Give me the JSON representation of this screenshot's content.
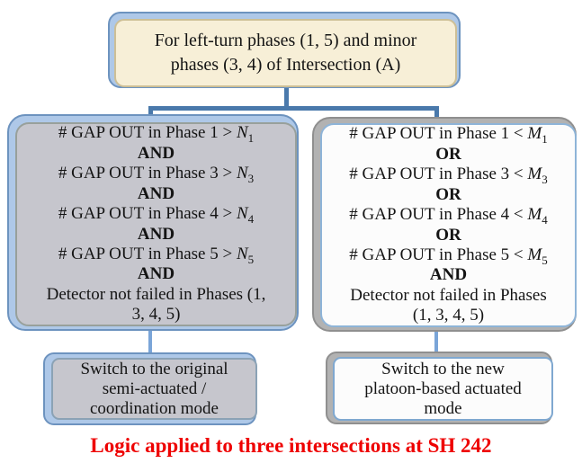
{
  "top_box": {
    "lines": [
      "For left-turn phases (1, 5) and minor",
      "phases (3, 4) of Intersection (A)"
    ]
  },
  "left_box": {
    "rows": [
      {
        "prefix": "# GAP OUT in Phase 1 > ",
        "var": "N",
        "sub": "1"
      },
      {
        "text": "AND"
      },
      {
        "prefix": "# GAP OUT in Phase 3 > ",
        "var": "N",
        "sub": "3"
      },
      {
        "text": "AND"
      },
      {
        "prefix": "# GAP OUT in Phase 4 > ",
        "var": "N",
        "sub": "4"
      },
      {
        "text": "AND"
      },
      {
        "prefix": "# GAP OUT in Phase 5 > ",
        "var": "N",
        "sub": "5"
      },
      {
        "text": "AND"
      },
      {
        "text": "Detector not failed in Phases (1,"
      },
      {
        "text": "3, 4, 5)"
      }
    ]
  },
  "right_box": {
    "rows": [
      {
        "prefix": "# GAP OUT in Phase 1 < ",
        "var": "M",
        "sub": "1"
      },
      {
        "text": "OR"
      },
      {
        "prefix": "# GAP OUT in Phase 3 < ",
        "var": "M",
        "sub": "3"
      },
      {
        "text": "OR"
      },
      {
        "prefix": "# GAP OUT in Phase 4 < ",
        "var": "M",
        "sub": "4"
      },
      {
        "text": "OR"
      },
      {
        "prefix": "# GAP OUT in Phase 5 < ",
        "var": "M",
        "sub": "5"
      },
      {
        "text": "AND"
      },
      {
        "text": "Detector not failed in Phases"
      },
      {
        "text": "(1, 3, 4, 5)"
      }
    ]
  },
  "bottom_left_box": {
    "lines": [
      "Switch to the original",
      "semi-actuated /",
      "coordination mode"
    ]
  },
  "bottom_right_box": {
    "lines": [
      "Switch to the new",
      "platoon-based actuated",
      "mode"
    ]
  },
  "caption": {
    "text": "Logic applied to three intersections at SH 242"
  },
  "colors": {
    "connector_dark": "#4a79ab",
    "connector_light": "#7aa5d8",
    "shadow_blue_fill": "#aec8e8",
    "shadow_blue_border": "#6d93bf",
    "shadow_gray_fill": "#b2b2b2",
    "top_box_fill": "#f7efd7",
    "gray_box_fill": "#c6c6cd",
    "white_box_fill": "#fcfcfc",
    "caption_red": "#ee0000"
  }
}
